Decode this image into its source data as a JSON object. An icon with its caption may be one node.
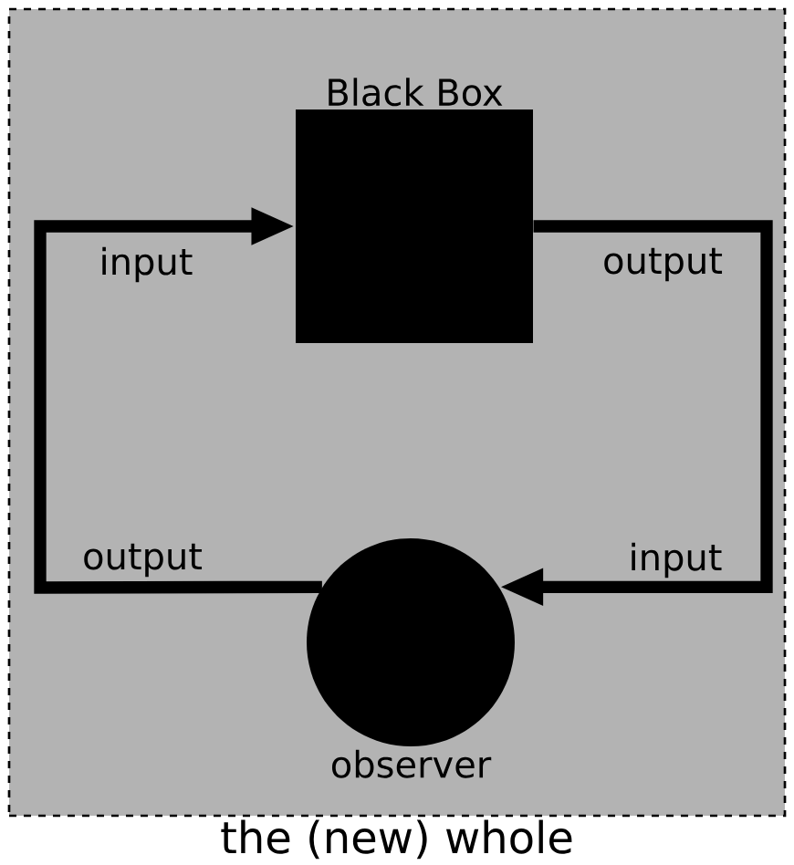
{
  "diagram": {
    "nodes": [
      {
        "text": [
          "the (new) whole"
        ]
      },
      {
        "text": [
          "Black Box"
        ],
        "in": 0
      },
      {
        "text": [
          "observer"
        ],
        "in": 0
      }
    ],
    "edges": [
      {
        "from": 2,
        "to": 1,
        "arrow": "to"
      },
      {
        "from": 1,
        "to": 2,
        "arrow": "to"
      }
    ],
    "labels": [
      "input",
      "output",
      "output",
      "input"
    ]
  }
}
